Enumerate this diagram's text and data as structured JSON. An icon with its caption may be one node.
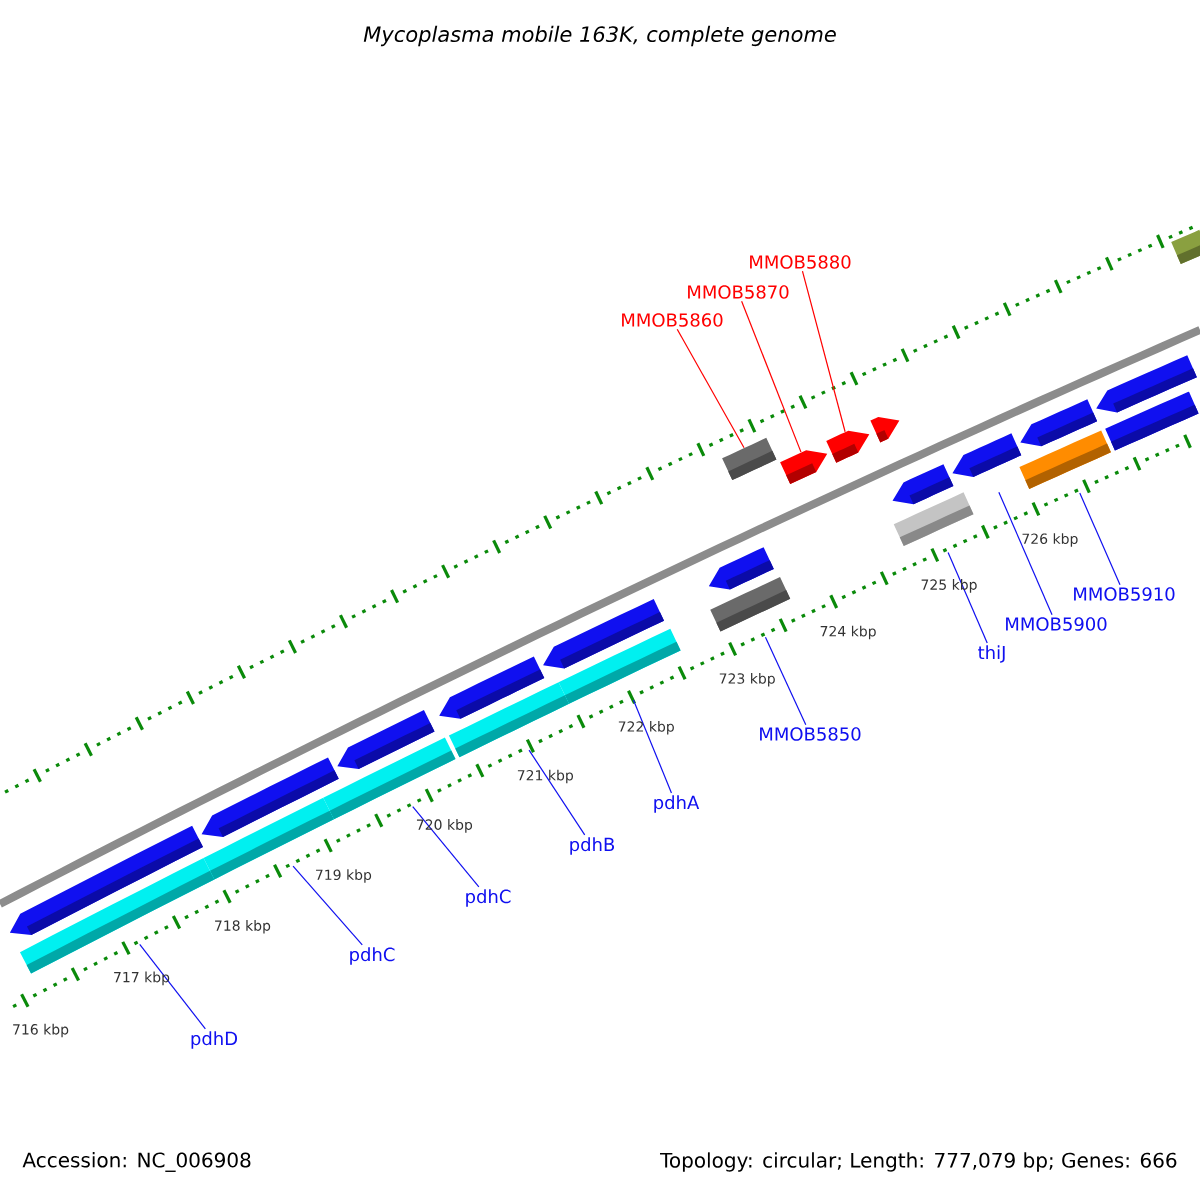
{
  "diagram": {
    "title": "Mycoplasma mobile 163K, complete genome",
    "nodes": [
      {
        "text": [
          "MMOB5880"
        ]
      },
      {
        "text": [
          "MMOB5870"
        ]
      },
      {
        "text": [
          "MMOB5860"
        ]
      },
      {
        "text": [
          "MMOB5910"
        ]
      },
      {
        "text": [
          "MMOB5900"
        ]
      },
      {
        "text": [
          "thiJ"
        ]
      },
      {
        "text": [
          "MMOB5850"
        ]
      },
      {
        "text": [
          "pdhA"
        ]
      },
      {
        "text": [
          "pdhB"
        ]
      },
      {
        "text": [
          "pdhC"
        ]
      },
      {
        "text": [
          "pdhC"
        ]
      },
      {
        "text": [
          "pdhD"
        ]
      },
      {
        "text": [],
        "shape": "bar"
      },
      {
        "text": [],
        "shape": "bar"
      },
      {
        "text": [],
        "shape": "bar"
      },
      {
        "text": [],
        "shape": "bar"
      },
      {
        "text": [],
        "shape": "bar"
      },
      {
        "text": [],
        "shape": "bar"
      },
      {
        "text": [],
        "shape": "bar"
      },
      {
        "text": [],
        "shape": "bar"
      },
      {
        "text": [],
        "shape": "bar"
      },
      {
        "text": [],
        "shape": "bar"
      },
      {
        "text": [],
        "shape": "bar"
      },
      {
        "text": [],
        "shape": "bar"
      },
      {
        "text": [],
        "shape": "bar"
      },
      {
        "text": [],
        "shape": "bar"
      },
      {
        "text": [],
        "shape": "bar"
      },
      {
        "text": [],
        "shape": "bar"
      },
      {
        "text": [],
        "shape": "bar"
      },
      {
        "text": [],
        "shape": "bar"
      },
      {
        "text": [],
        "shape": "bar"
      },
      {
        "text": [],
        "shape": "bar"
      },
      {
        "text": [],
        "shape": "bar"
      },
      {
        "text": [],
        "shape": "bar"
      },
      {
        "text": [],
        "shape": "bar"
      },
      {
        "text": [],
        "shape": "bar"
      }
    ],
    "edges": [
      {
        "from": 11,
        "to": 13,
        "arrow": "none"
      },
      {
        "from": 10,
        "to": 15,
        "arrow": "none"
      },
      {
        "from": 9,
        "to": 16,
        "arrow": "none"
      },
      {
        "from": 8,
        "to": 19,
        "arrow": "none"
      },
      {
        "from": 7,
        "to": 21,
        "arrow": "none"
      },
      {
        "from": 6,
        "to": 23,
        "arrow": "none"
      },
      {
        "from": 2,
        "to": 24,
        "arrow": "none",
        "color": "#ff0000"
      },
      {
        "from": 1,
        "to": 25,
        "arrow": "none",
        "color": "#ff0000"
      },
      {
        "from": 0,
        "to": 26,
        "arrow": "none",
        "color": "#ff0000"
      },
      {
        "from": 5,
        "to": 29,
        "arrow": "none"
      },
      {
        "from": 4,
        "to": 30,
        "arrow": "none"
      },
      {
        "from": 3,
        "to": 32,
        "arrow": "none"
      }
    ],
    "labels": [
      "726 kbp",
      "725 kbp",
      "724 kbp",
      "723 kbp",
      "722 kbp",
      "721 kbp",
      "720 kbp",
      "719 kbp",
      "718 kbp",
      "717 kbp",
      "716 kbp",
      "Accession: NC_006908",
      "Topology: circular; Length: 777,079 bp; Genes: 666"
    ]
  }
}
